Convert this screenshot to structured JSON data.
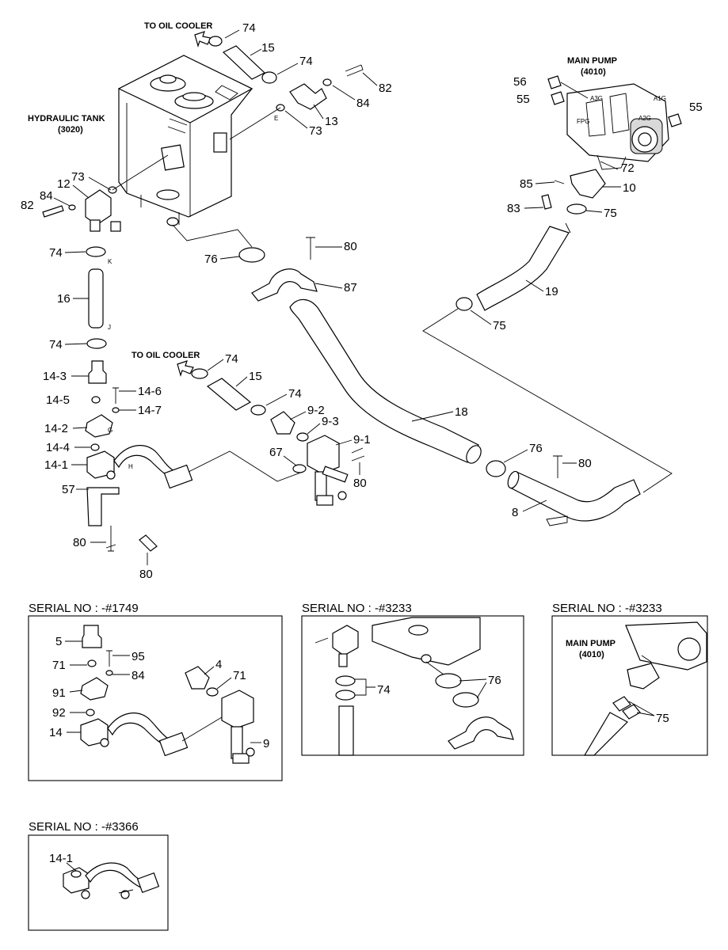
{
  "labels": {
    "to_oil_cooler": "TO OIL COOLER",
    "hydraulic_tank": "HYDRAULIC TANK",
    "hydraulic_tank_code": "(3020)",
    "main_pump": "MAIN PUMP",
    "main_pump_code": "(4010)",
    "port_a3g": "A3G",
    "port_a1g": "A1G",
    "port_a2g": "A2G",
    "port_fpg": "FPG",
    "mark_e": "E",
    "mark_k": "K",
    "mark_j": "J",
    "mark_g": "G",
    "mark_h": "H"
  },
  "serials": {
    "s1749": "SERIAL NO : -#1749",
    "s3233": "SERIAL NO : -#3233",
    "s3366": "SERIAL NO : -#3366"
  },
  "parts": {
    "p74": "74",
    "p15": "15",
    "p82": "82",
    "p84": "84",
    "p13": "13",
    "p73": "73",
    "p12": "12",
    "p76": "76",
    "p80": "80",
    "p87": "87",
    "p16": "16",
    "p14_3": "14-3",
    "p14_5": "14-5",
    "p14_6": "14-6",
    "p14_7": "14-7",
    "p14_2": "14-2",
    "p14_4": "14-4",
    "p14_1": "14-1",
    "p57": "57",
    "p9_2": "9-2",
    "p9_3": "9-3",
    "p9_1": "9-1",
    "p67": "67",
    "p18": "18",
    "p8": "8",
    "p19": "19",
    "p75": "75",
    "p56": "56",
    "p55": "55",
    "p72": "72",
    "p85": "85",
    "p10": "10",
    "p83": "83",
    "p5": "5",
    "p71": "71",
    "p95": "95",
    "p91": "91",
    "p92": "92",
    "p14": "14",
    "p4": "4",
    "p9": "9"
  }
}
